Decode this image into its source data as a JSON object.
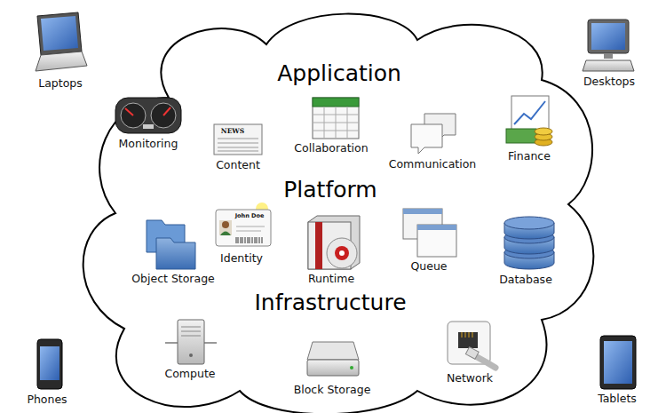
{
  "diagram": {
    "nodes": [
      {
        "text": [
          "Application",
          "Platform",
          "Infrastructure"
        ]
      }
    ],
    "labels": [
      "Laptops",
      "Desktops",
      "Monitoring",
      "Content",
      "NEWS",
      "Collaboration",
      "Communication",
      "Finance",
      "Identity",
      "John Doe",
      "Object Storage",
      "Runtime",
      "Queue",
      "Database",
      "Compute",
      "Block Storage",
      "Network",
      "Phones",
      "Tablets"
    ]
  }
}
